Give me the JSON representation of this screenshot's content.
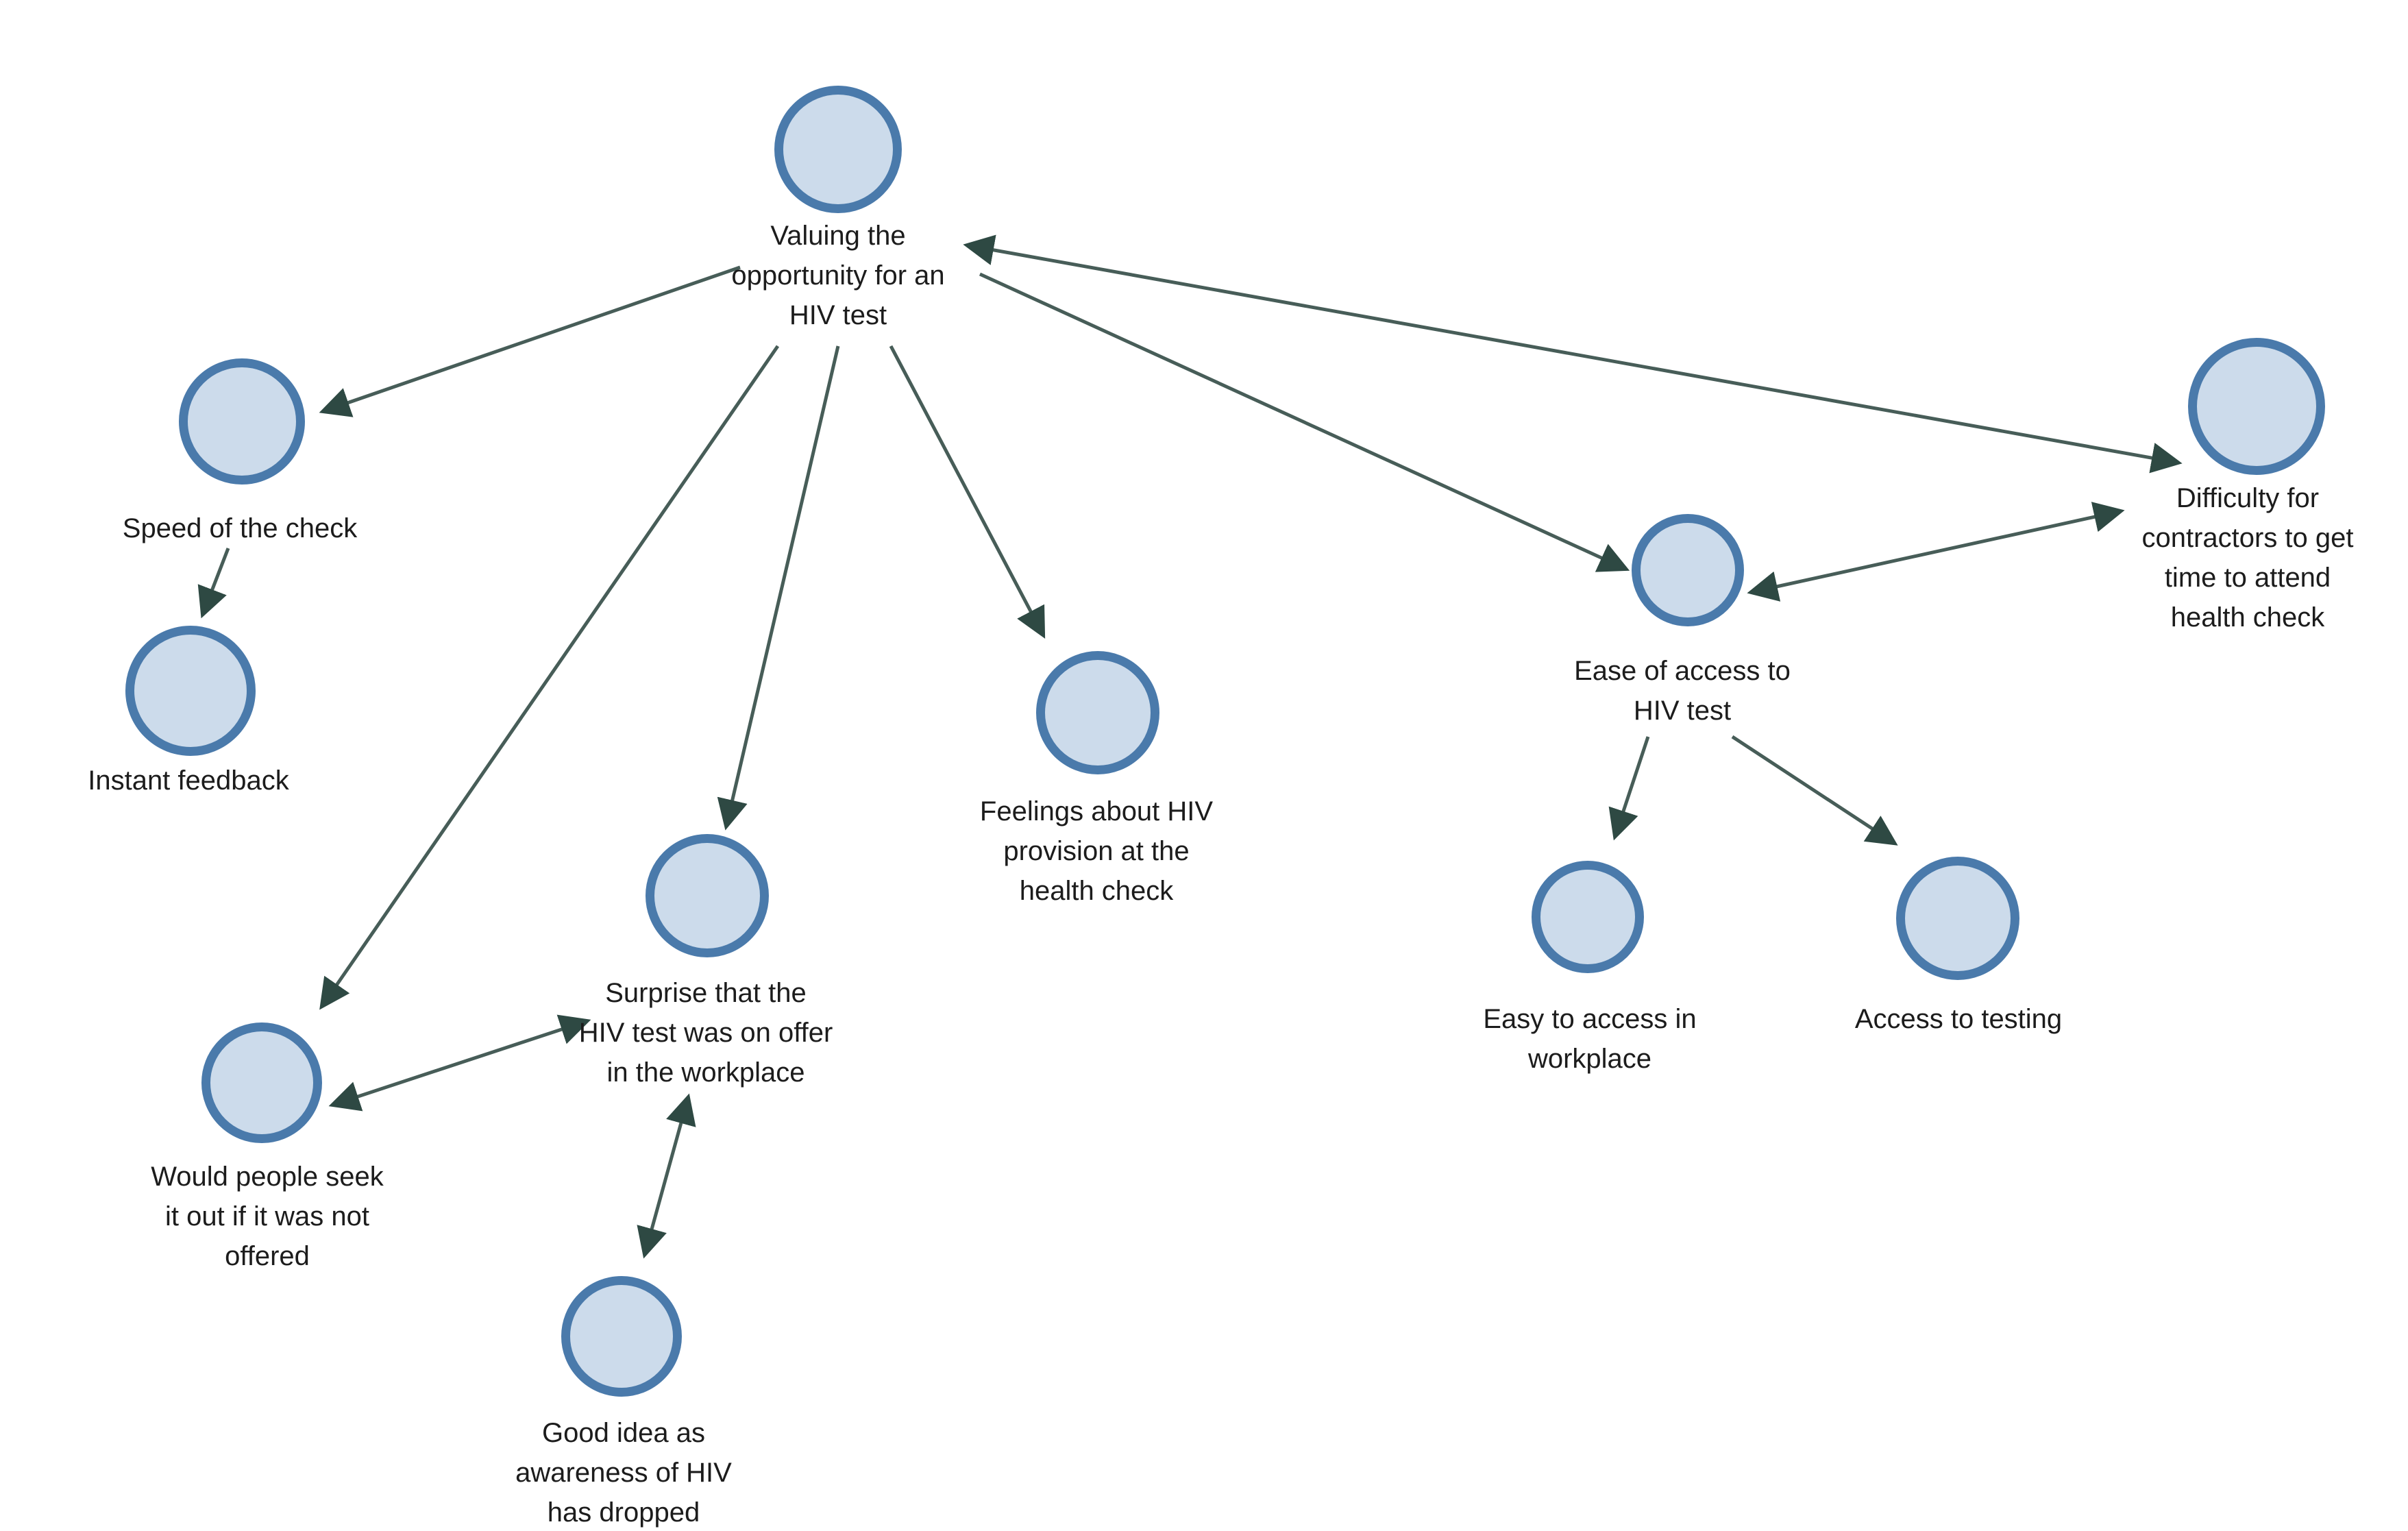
{
  "diagram": {
    "type": "concept-map",
    "colors": {
      "background": "#ffffff",
      "node_fill": "#ccdbeb",
      "node_border": "#4a7aab",
      "edge_line": "#475d58",
      "arrowhead": "#2e4943",
      "text": "#1c1c1c"
    },
    "nodes": [
      {
        "id": "valuing",
        "label": "Valuing the\nopportunity for an\nHIV test"
      },
      {
        "id": "speed",
        "label": "Speed of the check"
      },
      {
        "id": "instant",
        "label": "Instant feedback"
      },
      {
        "id": "would-seek",
        "label": "Would people seek\nit out if it was not\noffered"
      },
      {
        "id": "surprise",
        "label": "Surprise that the\nHIV test was on offer\nin the workplace"
      },
      {
        "id": "good-idea",
        "label": "Good idea as\nawareness of HIV\nhas dropped"
      },
      {
        "id": "feelings",
        "label": "Feelings about HIV\nprovision at the\nhealth check"
      },
      {
        "id": "ease",
        "label": "Ease of access to\nHIV test"
      },
      {
        "id": "easy-workplace",
        "label": "Easy to access in\nworkplace"
      },
      {
        "id": "access-testing",
        "label": "Access to testing"
      },
      {
        "id": "difficulty",
        "label": "Difficulty for\ncontractors to get\ntime to attend\nhealth check"
      }
    ],
    "edges": [
      {
        "from": "valuing",
        "to": "speed",
        "bidirectional": false
      },
      {
        "from": "speed",
        "to": "instant",
        "bidirectional": false
      },
      {
        "from": "valuing",
        "to": "would-seek",
        "bidirectional": false
      },
      {
        "from": "valuing",
        "to": "surprise",
        "bidirectional": false
      },
      {
        "from": "valuing",
        "to": "feelings",
        "bidirectional": false
      },
      {
        "from": "valuing",
        "to": "ease",
        "bidirectional": false
      },
      {
        "from": "valuing",
        "to": "difficulty",
        "bidirectional": true
      },
      {
        "from": "ease",
        "to": "difficulty",
        "bidirectional": true
      },
      {
        "from": "ease",
        "to": "easy-workplace",
        "bidirectional": false
      },
      {
        "from": "ease",
        "to": "access-testing",
        "bidirectional": false
      },
      {
        "from": "would-seek",
        "to": "surprise",
        "bidirectional": true
      },
      {
        "from": "surprise",
        "to": "good-idea",
        "bidirectional": true
      }
    ]
  }
}
